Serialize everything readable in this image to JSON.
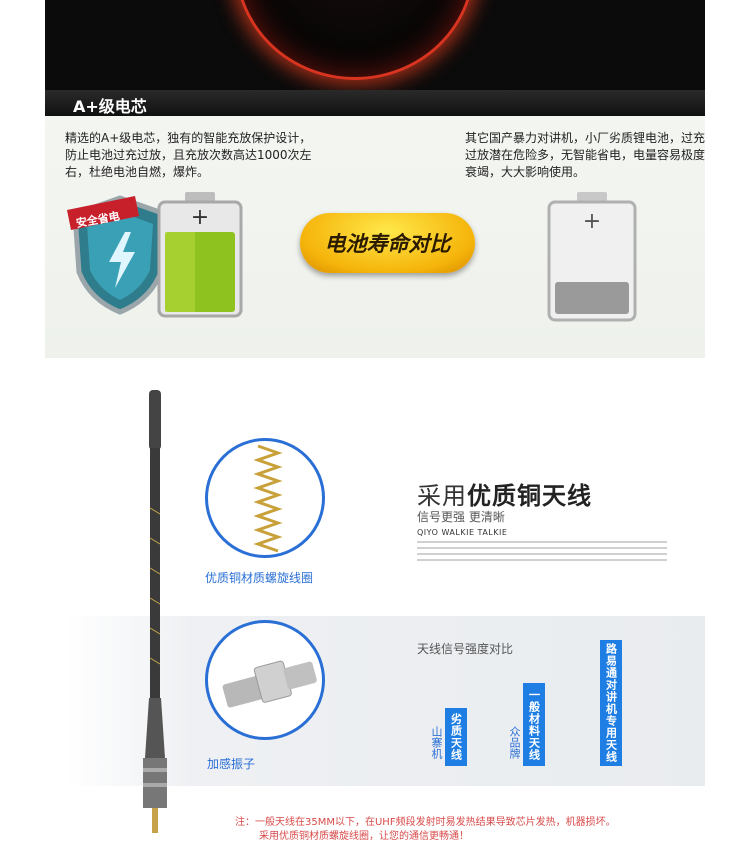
{
  "section": {
    "title": "A+级电芯"
  },
  "battery": {
    "left_text": "精选的A+级电芯，独有的智能充放保护设计，防止电池过充过放，且充放次数高达1000次左右，杜绝电池自燃，爆炸。",
    "right_text": "其它国产暴力对讲机，小厂劣质锂电池，过充过放潜在危险多，无智能省电，电量容易极度衰竭，大大影响使用。",
    "shield_label": "安全省电",
    "badge": "电池寿命对比",
    "colors": {
      "header_bg": "#1a1a1a",
      "badge": "#f5b40a",
      "accent": "#1f7ee3"
    }
  },
  "antenna": {
    "coil_caption": "优质铜材质螺旋线圈",
    "oscillator_caption": "加感振子",
    "headline_plain": "采用",
    "headline_bold": "优质铜天线",
    "subline": "信号更强 更清晰",
    "brandline": "QIYO WALKIE TALKIE",
    "chart": {
      "title": "天线信号强度对比",
      "bars": [
        {
          "label": "山寨机",
          "bar_text": "劣质天线",
          "level": 0.4
        },
        {
          "label": "众品牌",
          "bar_text": "一般材料天线",
          "level": 0.55
        },
        {
          "label": "",
          "bar_text": "路易通对讲机专用天线",
          "level": 0.85
        }
      ]
    },
    "footnote_line1": "注：一般天线在35MM以下，在UHF频段发射时易发热结果导致芯片发热，机器损坏。",
    "footnote_line2": "采用优质铜材质螺旋线圈，让您的通信更畅通！"
  }
}
